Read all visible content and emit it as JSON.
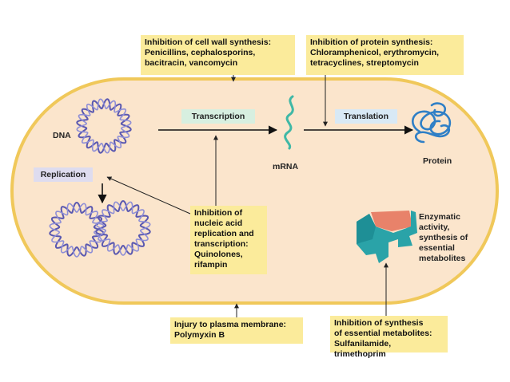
{
  "inhibitors": {
    "cell_wall": "Inhibition of cell wall synthesis:\nPenicillins, cephalosporins,\nbacitracin, vancomycin",
    "protein": "Inhibition of protein synthesis:\nChloramphenicol, erythromycin,\ntetracyclines, streptomycin",
    "nucleic_acid": "Inhibition of\nnucleic acid\nreplication and\ntranscription:\nQuinolones,\nrifampin",
    "membrane": "Injury to plasma membrane:\nPolymyxin B",
    "metabolites": "Inhibition of synthesis\nof essential metabolites:\nSulfanilamide, trimethoprim"
  },
  "labels": {
    "dna": "DNA",
    "mrna": "mRNA",
    "protein": "Protein",
    "enzyme": "Enzymatic\nactivity,\nsynthesis of\nessential\nmetabolites"
  },
  "processes": {
    "transcription": "Transcription",
    "translation": "Translation",
    "replication": "Replication"
  },
  "colors": {
    "cytoplasm": "#fbe5cc",
    "cell_wall": "#f0c85a",
    "note_bg": "#fbeb9b",
    "transcription_tag": "#d7efe0",
    "translation_tag": "#d8e9f5",
    "replication_tag": "#dedcef",
    "dna_strand_a": "#5a58b0",
    "dna_strand_b": "#8e8ed6",
    "mrna": "#3fb8a6",
    "protein": "#2f7fc6",
    "enzyme": "#2aa3a8",
    "substrate": "#e8826a"
  }
}
